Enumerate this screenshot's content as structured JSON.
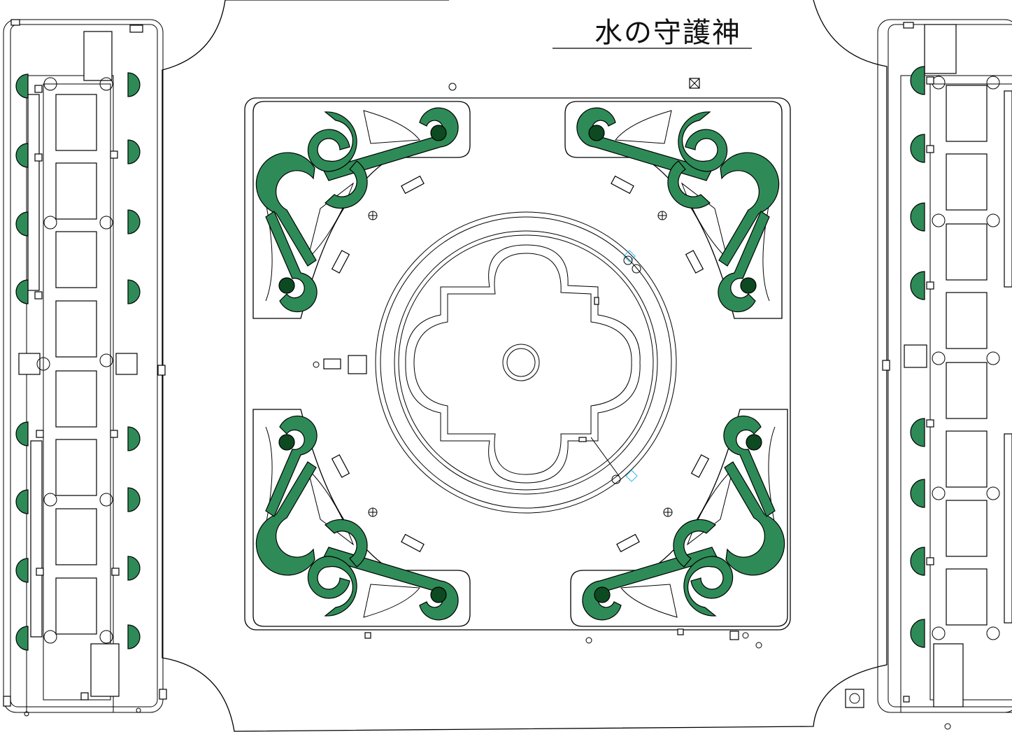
{
  "title": "水の守護神",
  "colors": {
    "hedge_green": "#2e8b57",
    "tree_dark_green": "#0d4a22",
    "line": "#000000",
    "guide_cyan": "#33bbee",
    "background": "#ffffff"
  },
  "icons": [
    "scroll-hedge",
    "tree-dot",
    "fountain-basin",
    "quatrefoil-pool",
    "survey-marker",
    "lamp-post",
    "bench"
  ]
}
